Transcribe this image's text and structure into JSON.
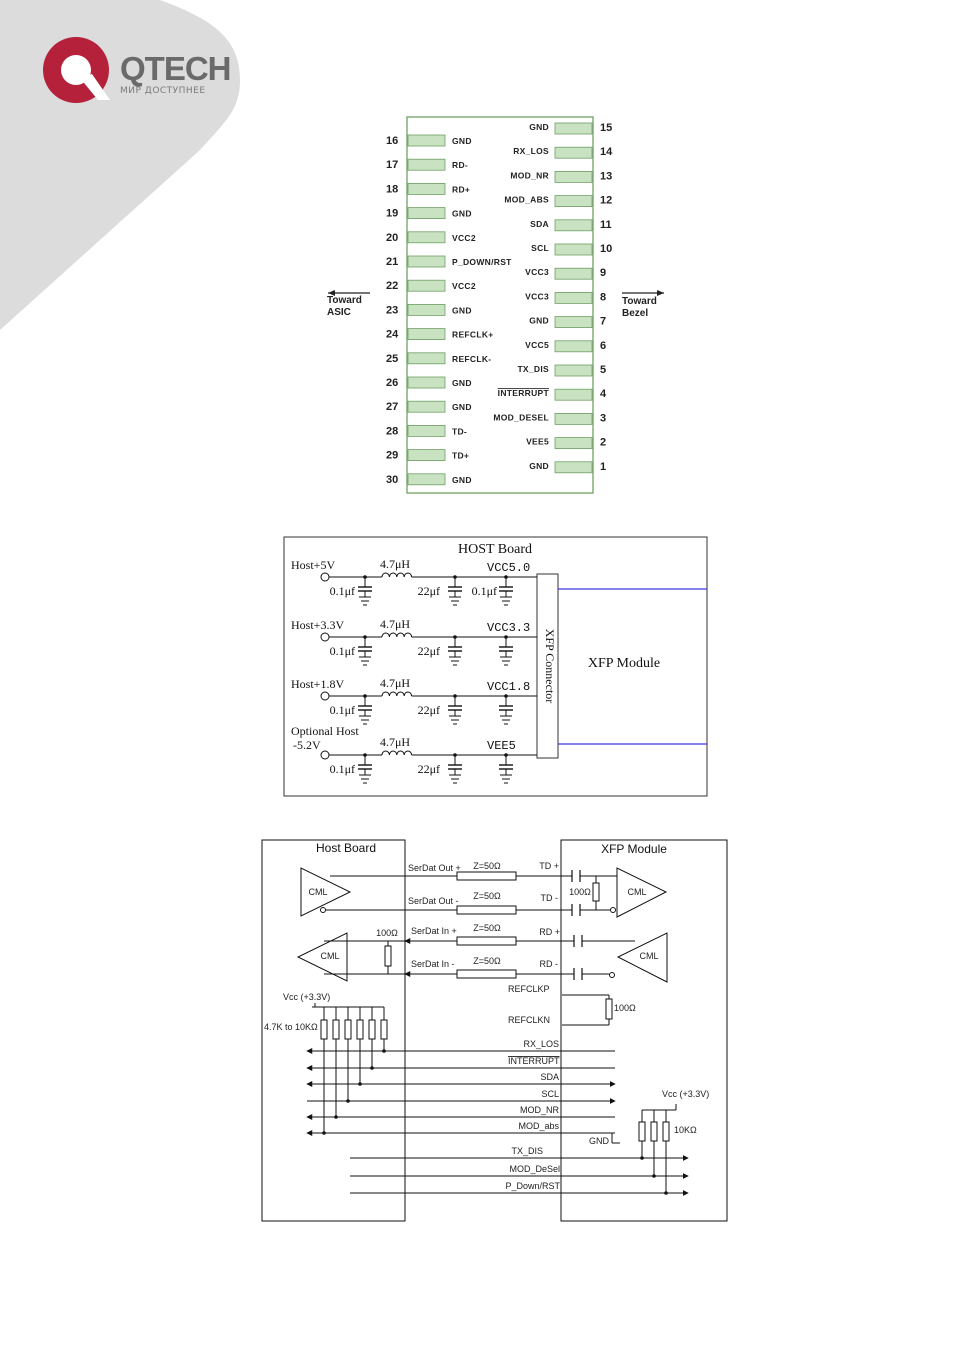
{
  "brand": {
    "name": "QTECH",
    "tagline": "МИР ДОСТУПНЕЕ",
    "colors": {
      "logo_red": "#b5203b",
      "corner_gray": "#dcdcdc",
      "pin_green": "#c9e2c2",
      "outline_green": "#6fa063",
      "xfp_line_blue": "#3a3ae0"
    }
  },
  "pinout": {
    "left_pins": [
      {
        "n": "16",
        "label": "Gnd"
      },
      {
        "n": "17",
        "label": "RD-"
      },
      {
        "n": "18",
        "label": "RD+"
      },
      {
        "n": "19",
        "label": "Gnd"
      },
      {
        "n": "20",
        "label": "VCC2"
      },
      {
        "n": "21",
        "label": "P_Down/RST"
      },
      {
        "n": "22",
        "label": "VCC2"
      },
      {
        "n": "23",
        "label": "Gnd"
      },
      {
        "n": "24",
        "label": "RefCLK+"
      },
      {
        "n": "25",
        "label": "RefCLK-"
      },
      {
        "n": "26",
        "label": "Gnd"
      },
      {
        "n": "27",
        "label": "Gnd"
      },
      {
        "n": "28",
        "label": "TD-"
      },
      {
        "n": "29",
        "label": "TD+"
      },
      {
        "n": "30",
        "label": "Gnd"
      }
    ],
    "right_pins": [
      {
        "n": "15",
        "label": "Gnd"
      },
      {
        "n": "14",
        "label": "RX_LOS"
      },
      {
        "n": "13",
        "label": "Mod_NR"
      },
      {
        "n": "12",
        "label": "Mod_Abs"
      },
      {
        "n": "11",
        "label": "SDA"
      },
      {
        "n": "10",
        "label": "SCL"
      },
      {
        "n": "9",
        "label": "VCC3"
      },
      {
        "n": "8",
        "label": "VCC3"
      },
      {
        "n": "7",
        "label": "Gnd"
      },
      {
        "n": "6",
        "label": "VCC5"
      },
      {
        "n": "5",
        "label": "TX_DIS"
      },
      {
        "n": "4",
        "label": "Interrupt"
      },
      {
        "n": "3",
        "label": "Mod_Desel"
      },
      {
        "n": "2",
        "label": "VEE5"
      },
      {
        "n": "1",
        "label": "Gnd"
      }
    ],
    "toward_left": [
      "Toward",
      "ASIC"
    ],
    "toward_right": [
      "Toward",
      "Bezel"
    ]
  },
  "power": {
    "title": "HOST Board",
    "connector": "XFP Connector",
    "module": "XFP Module",
    "inductor": "4.7μH",
    "rails": [
      {
        "source": "Host+5V",
        "rail": "VCC5.0",
        "c_in": "0.1μf",
        "c_bulk": "22μf",
        "c_out": "0.1μf"
      },
      {
        "source": "Host+3.3V",
        "rail": "VCC3.3",
        "c_in": "0.1μf",
        "c_bulk": "22μf",
        "c_out": ""
      },
      {
        "source": "Host+1.8V",
        "rail": "VCC1.8",
        "c_in": "0.1μf",
        "c_bulk": "22μf",
        "c_out": ""
      },
      {
        "source_lines": [
          "Optional Host",
          "-5.2V"
        ],
        "rail": "VEE5",
        "c_in": "0.1μf",
        "c_bulk": "22μf",
        "c_out": ""
      }
    ]
  },
  "interface": {
    "host_title": "Host Board",
    "module_title": "XFP Module",
    "cml": "CML",
    "z": "Z=50Ω",
    "r100": "100Ω",
    "host_signals": [
      "SerDat Out +",
      "SerDat Out -",
      "SerDat In +",
      "SerDat In -"
    ],
    "module_pins": [
      "TD +",
      "TD -",
      "RD +",
      "RD -"
    ],
    "refclk": [
      "REFCLKP",
      "REFCLKN"
    ],
    "vcc_host": "Vcc (+3.3V)",
    "pullup_host": "4.7K to 10KΩ",
    "vcc_module": "Vcc (+3.3V)",
    "pullup_module": "10KΩ",
    "gnd": "GND",
    "bus": [
      "RX_LOS",
      "INTERRUPT",
      "SDA",
      "SCL",
      "MOD_NR",
      "MOD_abs"
    ],
    "module_inputs": [
      "TX_DIS",
      "MOD_DeSel",
      "P_Down/RST"
    ]
  }
}
